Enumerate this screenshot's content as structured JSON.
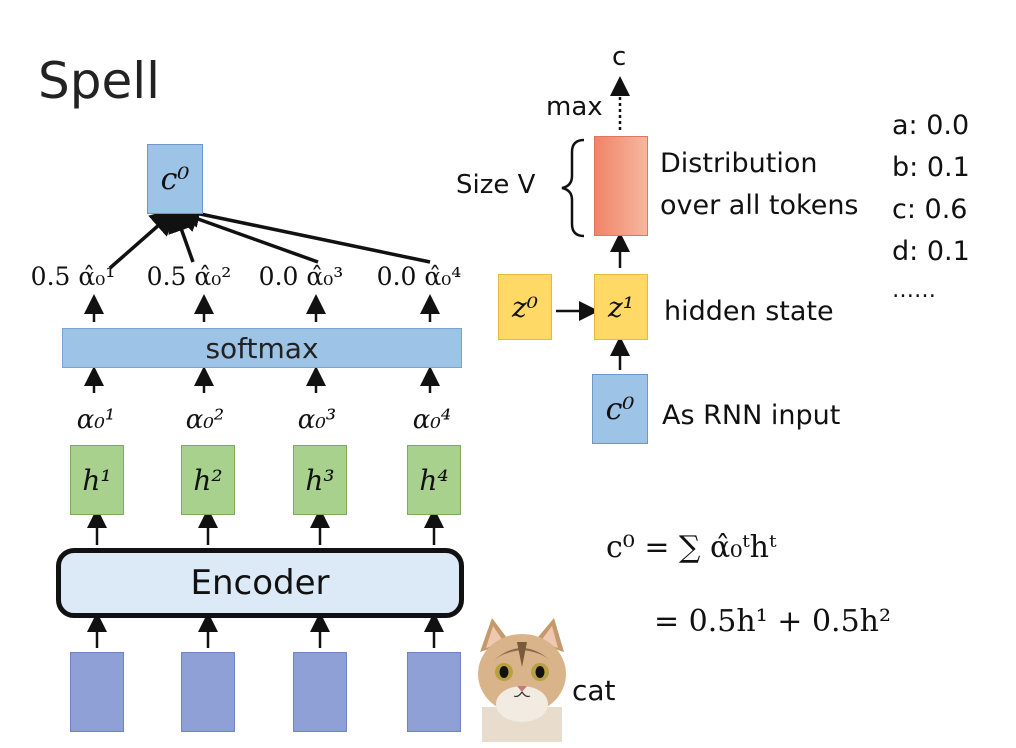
{
  "title": "Spell",
  "c0_top": "c⁰",
  "alpha_hat_labels": [
    "0.5 α̂₀¹",
    "0.5 α̂₀²",
    "0.0 α̂₀³",
    "0.0 α̂₀⁴"
  ],
  "softmax_label": "softmax",
  "alpha_labels": [
    "α₀¹",
    "α₀²",
    "α₀³",
    "α₀⁴"
  ],
  "h_labels": [
    "h¹",
    "h²",
    "h³",
    "h⁴"
  ],
  "encoder_label": "Encoder",
  "cat_label": "cat",
  "right": {
    "c_label": "c",
    "max_label": "max",
    "size_label": "Size V",
    "dist_line1": "Distribution",
    "dist_line2": "over all tokens",
    "z0_label": "z⁰",
    "z1_label": "z¹",
    "hidden_label": "hidden state",
    "c0_label": "c⁰",
    "rnn_input_label": "As RNN input",
    "probs": [
      "a: 0.0",
      "b: 0.1",
      "c: 0.6",
      "d: 0.1",
      "……"
    ]
  },
  "equation": {
    "line1": "c⁰ = ∑ α̂₀ᵗhᵗ",
    "line2": "= 0.5h¹ + 0.5h²"
  }
}
